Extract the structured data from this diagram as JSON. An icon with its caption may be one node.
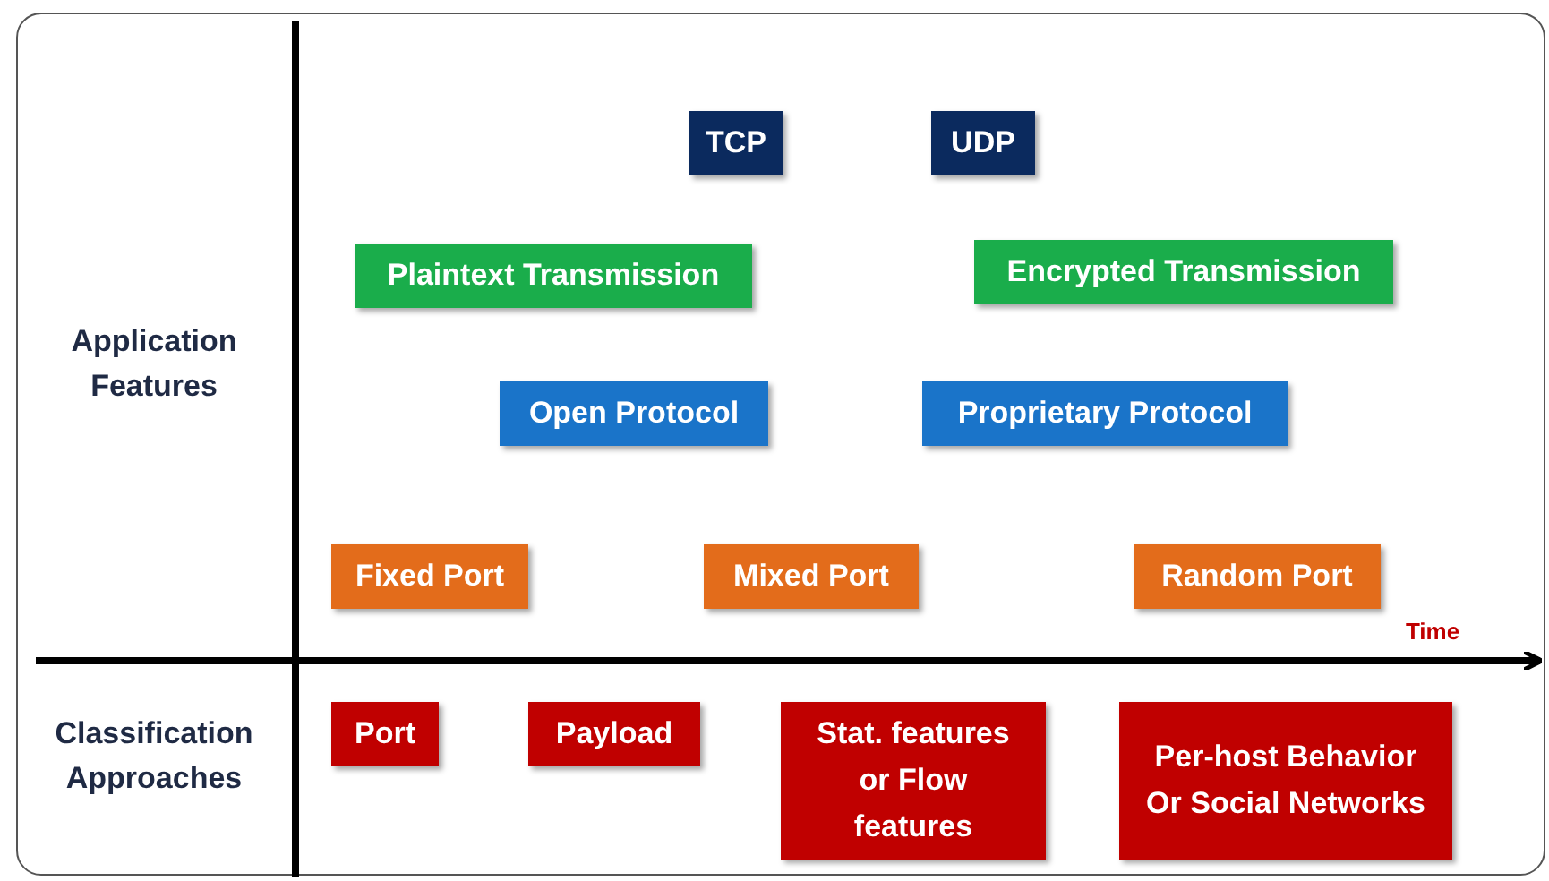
{
  "diagram": {
    "nodes": [
      {
        "text": [
          "TCP"
        ]
      },
      {
        "text": [
          "UDP"
        ]
      },
      {
        "text": [
          "Plaintext Transmission"
        ]
      },
      {
        "text": [
          "Encrypted Transmission"
        ]
      },
      {
        "text": [
          "Open Protocol"
        ]
      },
      {
        "text": [
          "Proprietary Protocol"
        ]
      },
      {
        "text": [
          "Fixed Port"
        ]
      },
      {
        "text": [
          "Mixed Port"
        ]
      },
      {
        "text": [
          "Random Port"
        ]
      },
      {
        "text": [
          "Port"
        ]
      },
      {
        "text": [
          "Payload"
        ]
      },
      {
        "text": [
          "Stat. features or Flow features"
        ]
      },
      {
        "text": [
          "Per-host Behavior Or Social Networks"
        ]
      }
    ],
    "edges": [],
    "labels": [
      "Application Features",
      "Time",
      "Classification Approaches"
    ]
  }
}
